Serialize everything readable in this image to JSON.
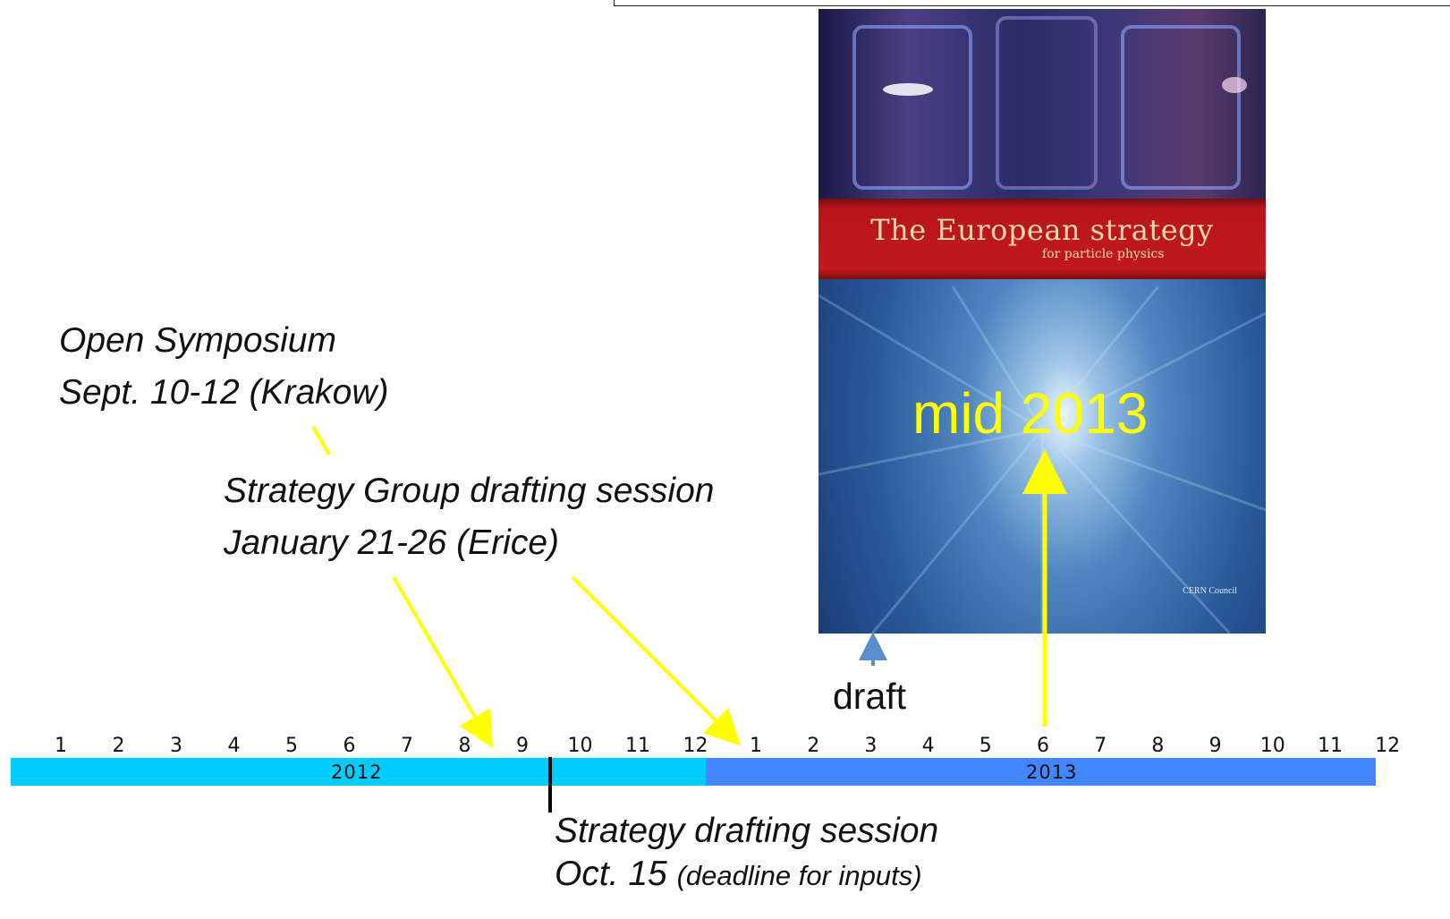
{
  "cover": {
    "title": "The European strategy",
    "subtitle": "for particle physics",
    "credit": "CERN Council",
    "highlight": "mid 2013"
  },
  "labels": {
    "open_symposium_line1": "Open Symposium",
    "open_symposium_line2": "Sept. 10-12 (Krakow)",
    "group_session_line1": "Strategy Group drafting session",
    "group_session_line2": "January 21-26 (Erice)",
    "draft": "draft",
    "strategy_session_line1": "Strategy drafting session",
    "strategy_session_date": "Oct. 15",
    "strategy_session_note": "(deadline for inputs)"
  },
  "timeline": {
    "year_2012": "2012",
    "year_2013": "2013",
    "months_2012": [
      "1",
      "2",
      "3",
      "4",
      "5",
      "6",
      "7",
      "8",
      "9",
      "10",
      "11",
      "12"
    ],
    "months_2013": [
      "1",
      "2",
      "3",
      "4",
      "5",
      "6",
      "7",
      "8",
      "9",
      "10",
      "11",
      "12"
    ]
  },
  "colors": {
    "year_2012": "#00ccff",
    "year_2013": "#4287ff",
    "arrow": "#ffff00",
    "draft_arrow": "#5b8fcf"
  }
}
